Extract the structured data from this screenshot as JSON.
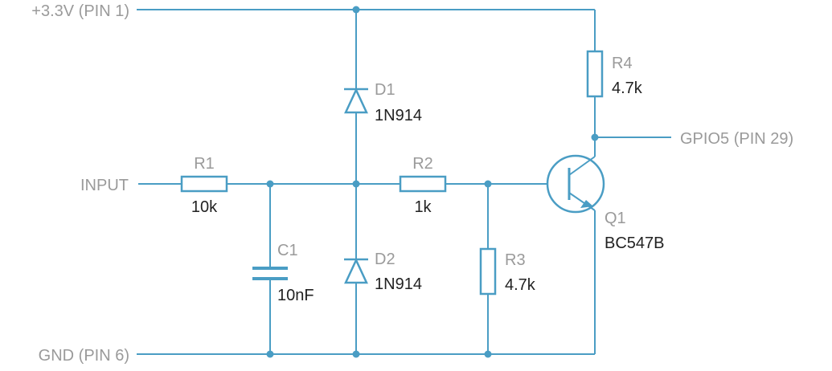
{
  "nets": {
    "vcc": "+3.3V (PIN 1)",
    "gnd": "GND (PIN 6)",
    "input": "INPUT",
    "gpio": "GPIO5 (PIN 29)"
  },
  "components": {
    "r1": {
      "ref": "R1",
      "value": "10k"
    },
    "r2": {
      "ref": "R2",
      "value": "1k"
    },
    "r3": {
      "ref": "R3",
      "value": "4.7k"
    },
    "r4": {
      "ref": "R4",
      "value": "4.7k"
    },
    "c1": {
      "ref": "C1",
      "value": "10nF"
    },
    "d1": {
      "ref": "D1",
      "value": "1N914"
    },
    "d2": {
      "ref": "D2",
      "value": "1N914"
    },
    "q1": {
      "ref": "Q1",
      "value": "BC547B"
    }
  },
  "colors": {
    "wire": "#4a9dc4",
    "label_ref": "#9a9a9a",
    "label_value": "#222222"
  }
}
